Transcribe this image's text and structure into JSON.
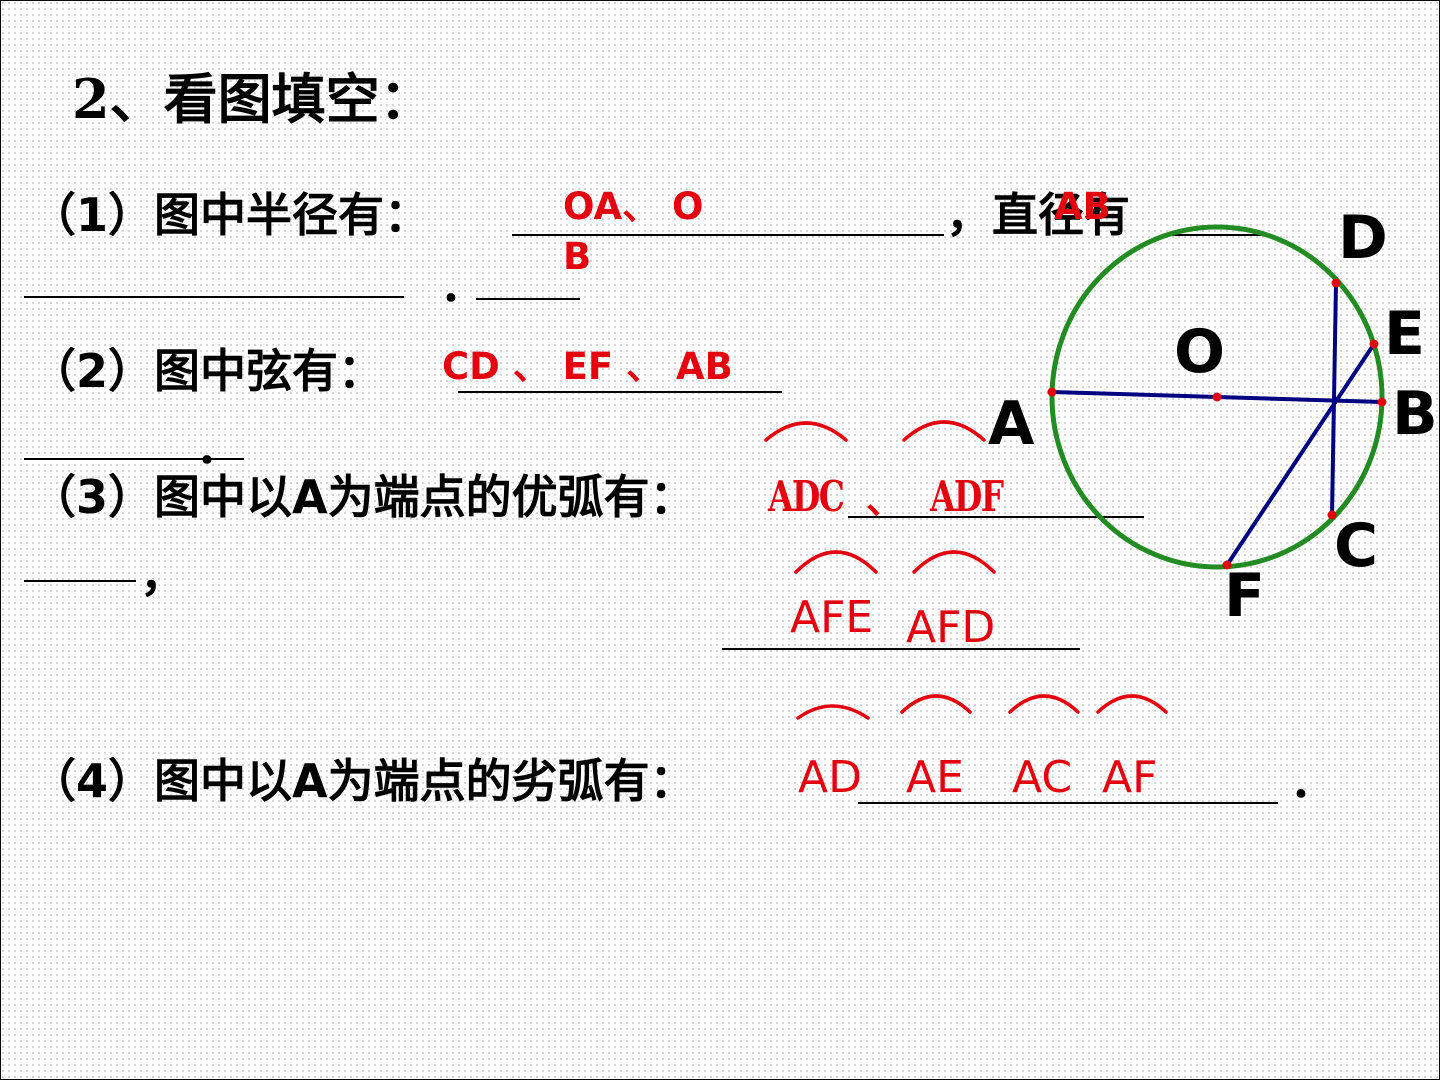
{
  "title": "2、看图填空：",
  "questions": {
    "q1": {
      "prefix": "（1）图中半径有：",
      "middle": "，直径有",
      "end": "．"
    },
    "q2": {
      "prefix": "（2）图中弦有：",
      "end": "．"
    },
    "q3": {
      "prefix": "（3）图中以A为端点的优弧有：",
      "end": "，"
    },
    "q4": {
      "prefix": "（4）图中以A为端点的劣弧有：",
      "end": "．"
    }
  },
  "answers": {
    "radii_line1": "OA、 O",
    "radii_line2": "B",
    "diameter": "AB",
    "chords": "CD 、 EF 、 AB",
    "major_arcs_row1": [
      "ADC",
      "、",
      "ADF"
    ],
    "major_arcs_row2": [
      "AFE",
      "AFD"
    ],
    "minor_arcs": [
      "AD",
      "AE",
      "AC",
      "AF"
    ]
  },
  "figure": {
    "point_labels": {
      "O": "O",
      "A": "A",
      "B": "B",
      "C": "C",
      "D": "D",
      "E": "E",
      "F": "F"
    },
    "colors": {
      "circle": "#228b22",
      "segments": "#000080",
      "points": "#e4000f",
      "answers": "#e4000f"
    }
  }
}
